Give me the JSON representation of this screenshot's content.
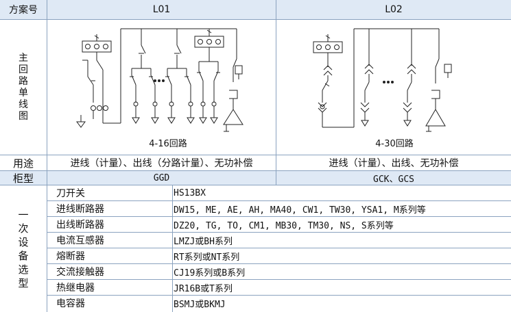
{
  "header": {
    "scheme_label": "方案号",
    "col1": "L01",
    "col2": "L02"
  },
  "diagram_row": {
    "label_chars": [
      "主",
      "回",
      "路",
      "单",
      "线",
      "图"
    ],
    "l01_caption": "4-16回路",
    "l02_caption": "4-30回路"
  },
  "usage_row": {
    "label": "用途",
    "l01": "进线（计量）、出线（分路计量）、无功补偿",
    "l02": "进线（计量）、出线、无功补偿"
  },
  "cabinet_row": {
    "label": "柜型",
    "l01": "GGD",
    "l02": "GCK、GCS"
  },
  "equipment": {
    "label_chars": [
      "一",
      "次",
      "设",
      "备",
      "选",
      "型"
    ],
    "rows": [
      {
        "name": "刀开关",
        "model": "HS13BX"
      },
      {
        "name": "进线断路器",
        "model": "DW15, ME, AE, AH, MA40, CW1, TW30, YSA1, M系列等"
      },
      {
        "name": "出线断路器",
        "model": "DZ20, TG, TO, CM1, MB30, TM30, NS, S系列等"
      },
      {
        "name": "电流互感器",
        "model": "LMZJ或BH系列"
      },
      {
        "name": "熔断器",
        "model": "RT系列或NT系列"
      },
      {
        "name": "交流接触器",
        "model": "CJ19系列或B系列"
      },
      {
        "name": "热继电器",
        "model": "JR16B或T系列"
      },
      {
        "name": "电容器",
        "model": "BSMJ或BKMJ"
      }
    ]
  }
}
